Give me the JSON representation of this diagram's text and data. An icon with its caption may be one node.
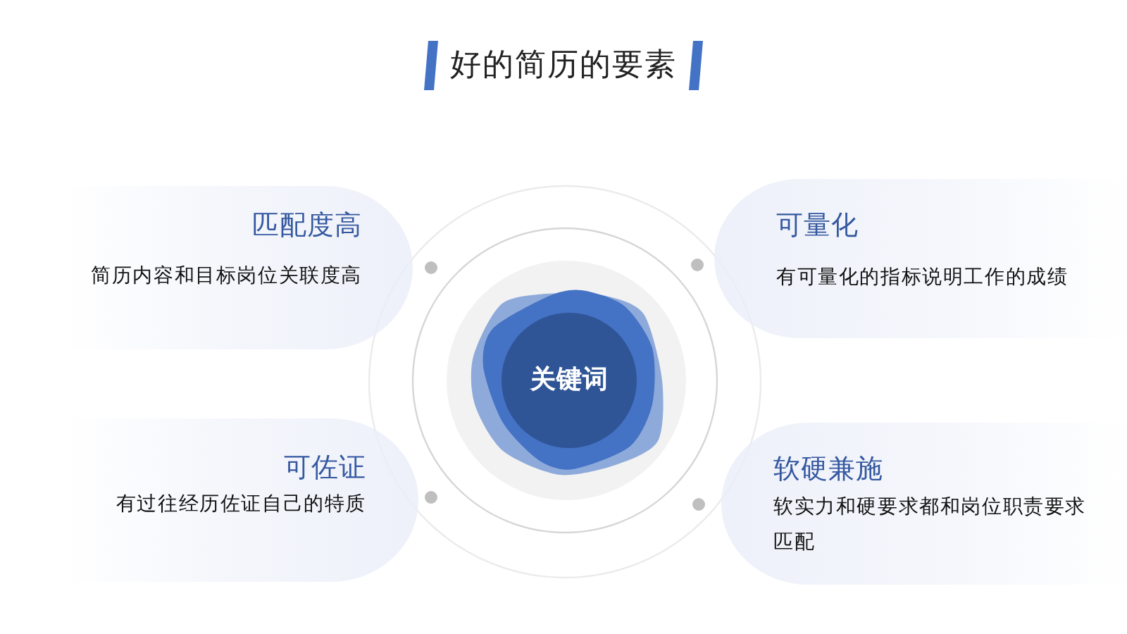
{
  "diagram": {
    "title": "好的简历的要素",
    "nodes": [
      {
        "text": [
          "匹配度高",
          "简历内容和目标岗位关联度高"
        ]
      },
      {
        "text": [
          "可量化",
          "有可量化的指标说明工作的成绩"
        ]
      },
      {
        "text": [
          "关键词"
        ]
      },
      {
        "text": [
          "可佐证",
          "有过往经历佐证自己的特质"
        ]
      },
      {
        "text": [
          "软硬兼施",
          "软实力和硬要求都和岗位职责要求匹配"
        ]
      }
    ]
  }
}
